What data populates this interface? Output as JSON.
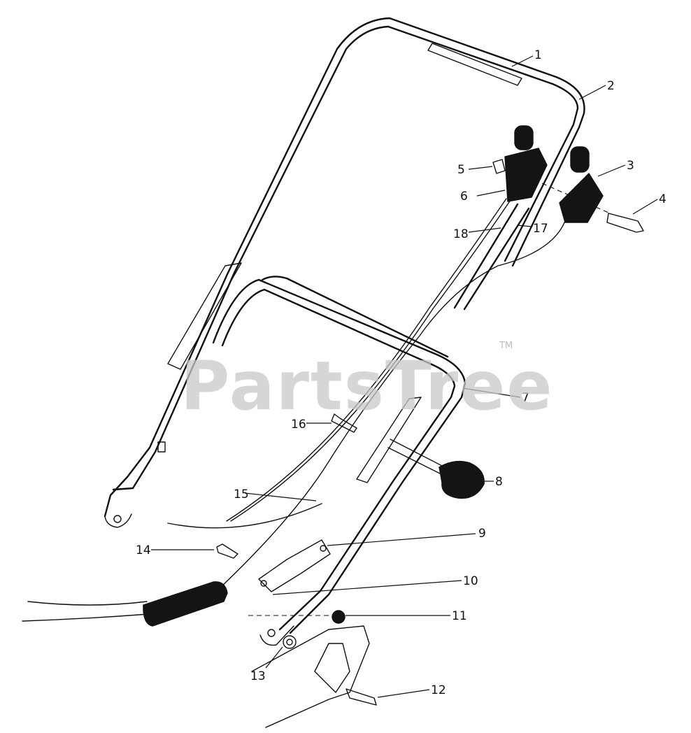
{
  "watermark": {
    "text": "PartsTree",
    "mark": "TM"
  },
  "callouts": [
    "1",
    "2",
    "3",
    "4",
    "5",
    "6",
    "7",
    "8",
    "9",
    "10",
    "11",
    "12",
    "13",
    "14",
    "15",
    "16",
    "17",
    "18"
  ],
  "colors": {
    "ink": "#111111",
    "watermark": "#c8c8c8",
    "background": "#ffffff"
  }
}
